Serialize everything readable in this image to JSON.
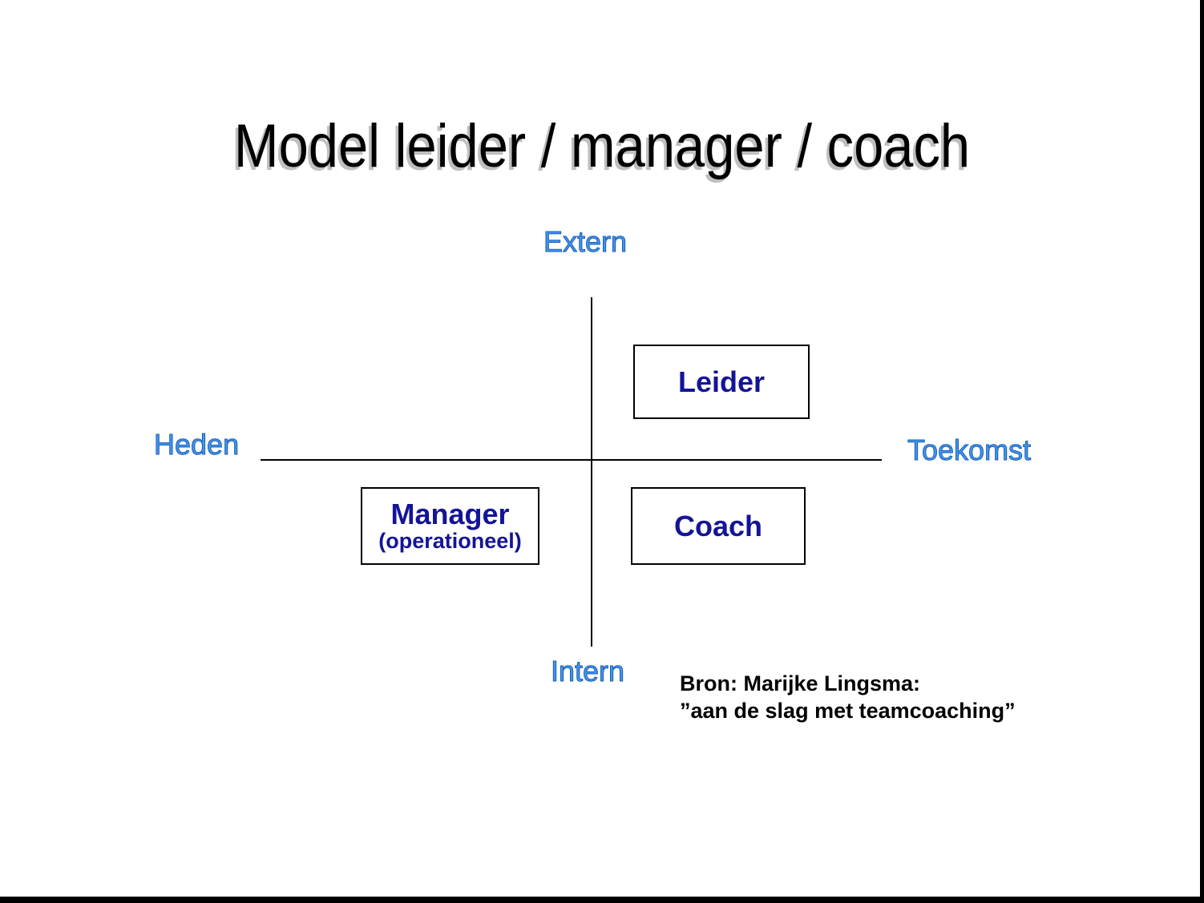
{
  "slide": {
    "title": "Model leider / manager / coach",
    "axes": {
      "top": "Extern",
      "bottom": "Intern",
      "left": "Heden",
      "right": "Toekomst"
    },
    "boxes": {
      "leider": {
        "label": "Leider"
      },
      "manager": {
        "label": "Manager",
        "sublabel": "(operationeel)"
      },
      "coach": {
        "label": "Coach"
      }
    },
    "source": {
      "line1": "Bron: Marijke Lingsma:",
      "line2": "”aan de slag met teamcoaching”"
    }
  },
  "colors": {
    "background": "#FFFFFF",
    "axis_label_fill": "#4296F0",
    "axis_label_stroke": "#1C5FAF",
    "box_text": "#141496",
    "line": "#000000",
    "title_shadow": "#BFBFBF"
  }
}
